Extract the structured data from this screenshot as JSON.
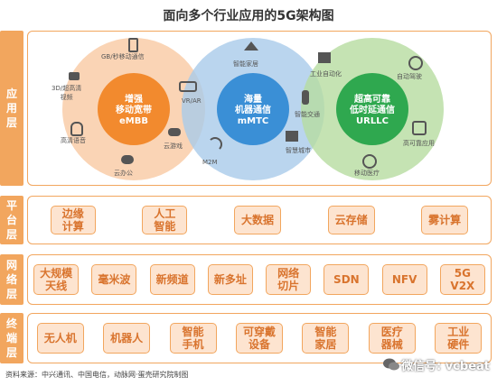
{
  "title": "面向多个行业应用的5G架构图",
  "layers": {
    "application": {
      "label": "应用层",
      "circles": [
        {
          "name": "增强\n移动宽带\neMBB",
          "color": "#f28a2e",
          "ring_color": "#f9c9a2"
        },
        {
          "name": "海量\n机器通信\nmMTC",
          "color": "#3a8fd6",
          "ring_color": "#a9cbea"
        },
        {
          "name": "超高可靠\n低时延通信\nURLLC",
          "color": "#2fa84f",
          "ring_color": "#b6dca0"
        }
      ],
      "features": {
        "gbps": "GB/秒移动通信",
        "video3d": "3D/超高清\n视频",
        "hd_voice": "高清语音",
        "cloud_office": "云办公",
        "cloud_game": "云游戏",
        "vr_ar": "VR/AR",
        "smart_home": "智能家居",
        "m2m": "M2M",
        "smart_traffic": "智能交通",
        "smart_city": "智慧城市",
        "industrial_auto": "工业自动化",
        "auto_drive": "自动驾驶",
        "reliable_app": "高可靠应用",
        "mobile_medical": "移动医疗"
      }
    },
    "platform": {
      "label": "平台层",
      "items": [
        "边缘\n计算",
        "人工\n智能",
        "大数据",
        "云存储",
        "雾计算"
      ]
    },
    "network": {
      "label": "网络层",
      "items": [
        "大规模\n天线",
        "毫米波",
        "新频道",
        "新多址",
        "网络\n切片",
        "SDN",
        "NFV",
        "5G\nV2X"
      ]
    },
    "terminal": {
      "label": "终端层",
      "items": [
        "无人机",
        "机器人",
        "智能\n手机",
        "可穿戴\n设备",
        "智能\n家居",
        "医疗\n器械",
        "工业\n硬件"
      ]
    }
  },
  "source": "资料来源：中兴通讯、中国电信，动脉网·蛋壳研究院制图",
  "watermark": "微信号: vcbeat"
}
